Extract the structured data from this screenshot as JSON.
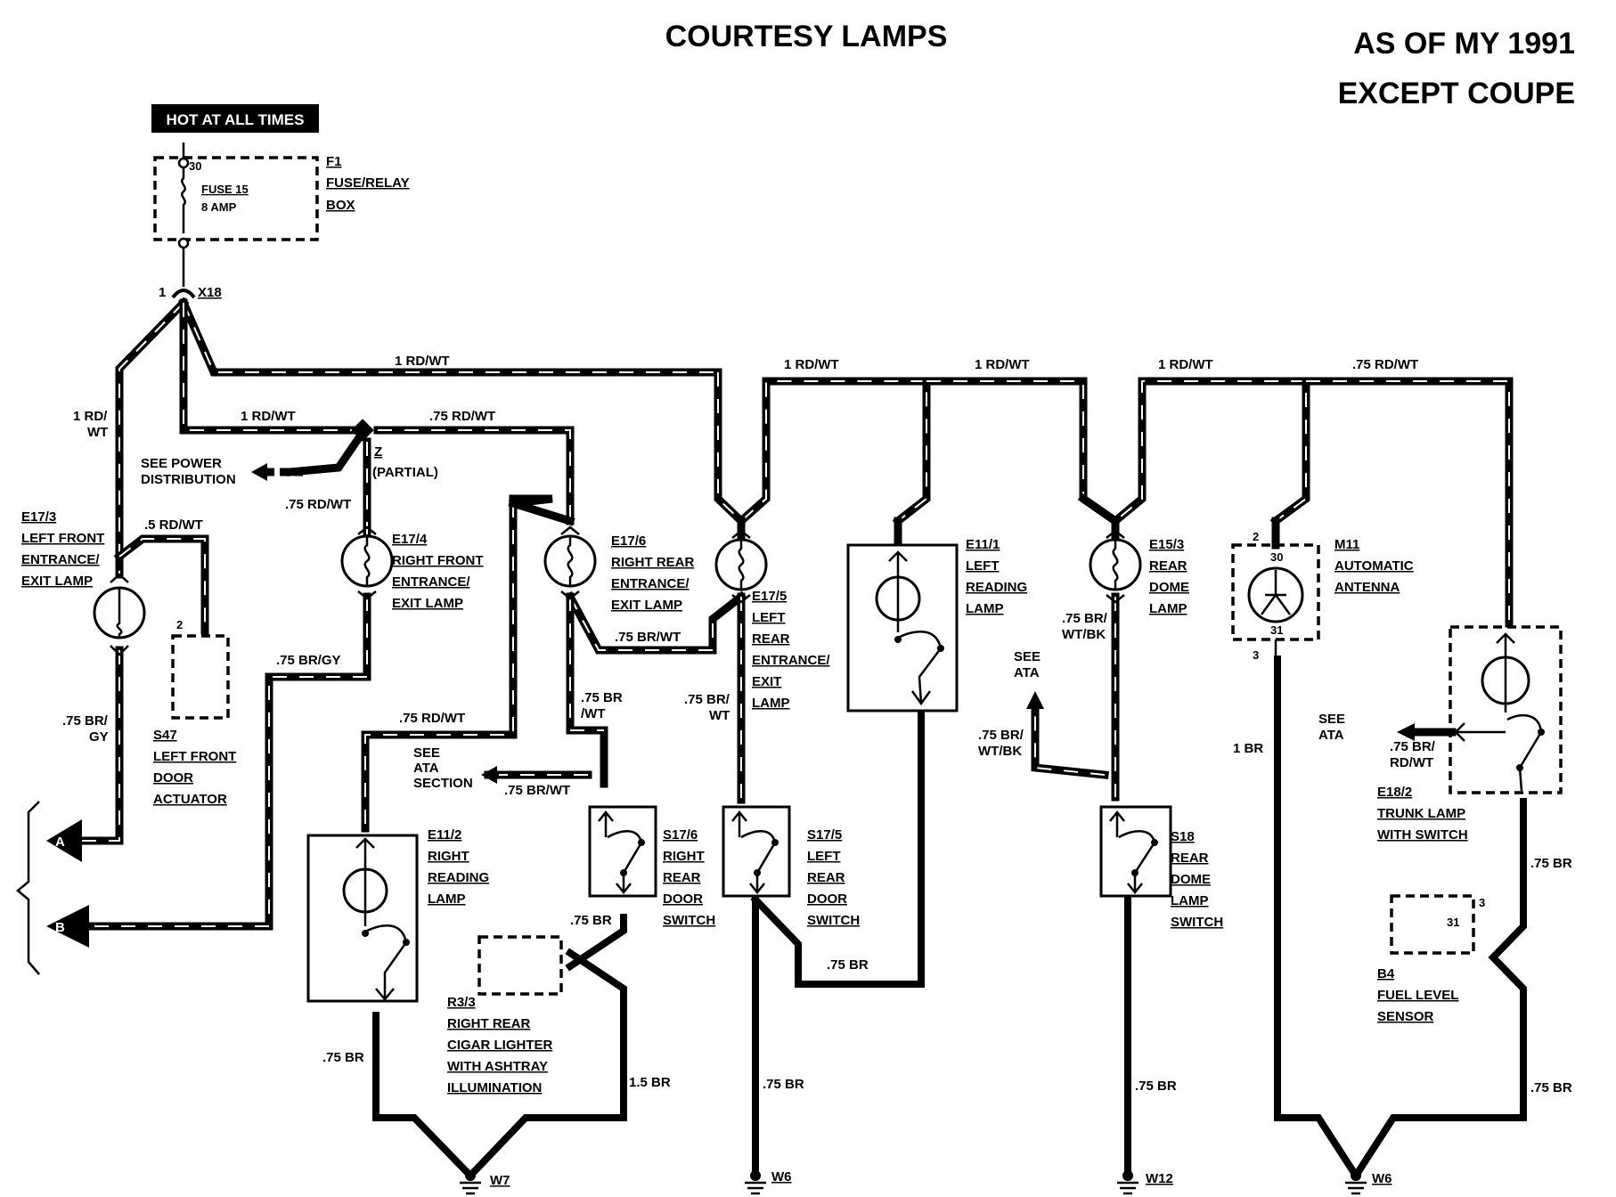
{
  "header": {
    "title": "COURTESY LAMPS",
    "line1": "AS OF MY 1991",
    "line2": "EXCEPT COUPE"
  },
  "hot_label": "HOT AT ALL TIMES",
  "fuse": {
    "id": "F1",
    "name_l1": "FUSE/RELAY",
    "name_l2": "BOX",
    "term_in": "30",
    "fuse_l1": "FUSE 15",
    "fuse_l2": "8 AMP"
  },
  "connector_x18": {
    "id": "X18",
    "pin": "1"
  },
  "splice_z": {
    "id": "Z",
    "note": "(PARTIAL)"
  },
  "see_power": {
    "l1": "SEE POWER",
    "l2": "DISTRIBUTION"
  },
  "wires": {
    "w_1rdwt_a": "1 RD/WT",
    "w_1rdwt_b": "1 RD/WT",
    "w_1rdwt_c": "1 RD/WT",
    "w_1rdwt_d": "1 RD/WT",
    "w_075rdwt_top": ".75 RD/WT",
    "w_1rdwt_splice": "1 RD/WT",
    "w_075rdwt_splice": ".75 RD/WT",
    "w_1rdwt_left_l1": "1 RD/",
    "w_1rdwt_left_l2": "WT",
    "w_05rdwt": ".5 RD/WT",
    "w_075rdwt_z": ".75 RD/WT",
    "w_075brgy": ".75 BR/GY",
    "w_075brgy_l1": ".75 BR/",
    "w_075brgy_l2": "GY",
    "w_075rdwt_mid": ".75 RD/WT",
    "w_075brwt_a": ".75 BR/WT",
    "w_075brwt_b": ".75 BR/WT",
    "w_075brwt_c_l1": ".75 BR",
    "w_075brwt_c_l2": "/WT",
    "w_075brwt_d_l1": ".75 BR/",
    "w_075brwt_d_l2": "WT",
    "w_075brwtbk_a_l1": ".75 BR/",
    "w_075brwtbk_a_l2": "WT/BK",
    "w_075brwtbk_b_l1": ".75 BR/",
    "w_075brwtbk_b_l2": "WT/BK",
    "w_075brrdwt_l1": ".75 BR/",
    "w_075brrdwt_l2": "RD/WT",
    "w_075br_1": ".75 BR",
    "w_075br_2": ".75 BR",
    "w_075br_3": ".75 BR",
    "w_075br_4": ".75 BR",
    "w_075br_5": ".75 BR",
    "w_075br_6": ".75 BR",
    "w_075br_7": ".75 BR",
    "w_15br": "1.5 BR",
    "w_1br": "1 BR"
  },
  "components": {
    "e17_3": {
      "id": "E17/3",
      "l1": "LEFT FRONT",
      "l2": "ENTRANCE/",
      "l3": "EXIT LAMP"
    },
    "e17_4": {
      "id": "E17/4",
      "l1": "RIGHT FRONT",
      "l2": "ENTRANCE/",
      "l3": "EXIT LAMP"
    },
    "e17_6": {
      "id": "E17/6",
      "l1": "RIGHT REAR",
      "l2": "ENTRANCE/",
      "l3": "EXIT LAMP"
    },
    "e17_5": {
      "id": "E17/5",
      "l1": "LEFT",
      "l2": "REAR",
      "l3": "ENTRANCE/",
      "l4": "EXIT",
      "l5": "LAMP"
    },
    "e11_1": {
      "id": "E11/1",
      "l1": "LEFT",
      "l2": "READING",
      "l3": "LAMP"
    },
    "e15_3": {
      "id": "E15/3",
      "l1": "REAR",
      "l2": "DOME",
      "l3": "LAMP"
    },
    "m11": {
      "id": "M11",
      "l1": "AUTOMATIC",
      "l2": "ANTENNA",
      "pin2": "2",
      "pin30": "30",
      "pin31": "31",
      "pin3": "3"
    },
    "s47": {
      "id": "S47",
      "l1": "LEFT FRONT",
      "l2": "DOOR",
      "l3": "ACTUATOR",
      "pin": "2"
    },
    "e11_2": {
      "id": "E11/2",
      "l1": "RIGHT",
      "l2": "READING",
      "l3": "LAMP"
    },
    "s17_6": {
      "id": "S17/6",
      "l1": "RIGHT",
      "l2": "REAR",
      "l3": "DOOR",
      "l4": "SWITCH"
    },
    "s17_5": {
      "id": "S17/5",
      "l1": "LEFT",
      "l2": "REAR",
      "l3": "DOOR",
      "l4": "SWITCH"
    },
    "s18": {
      "id": "S18",
      "l1": "REAR",
      "l2": "DOME",
      "l3": "LAMP",
      "l4": "SWITCH"
    },
    "r3_3": {
      "id": "R3/3",
      "l1": "RIGHT REAR",
      "l2": "CIGAR LIGHTER",
      "l3": "WITH ASHTRAY",
      "l4": "ILLUMINATION"
    },
    "e18_2": {
      "id": "E18/2",
      "l1": "TRUNK LAMP",
      "l2": "WITH SWITCH"
    },
    "b4": {
      "id": "B4",
      "l1": "FUEL LEVEL",
      "l2": "SENSOR",
      "pin3": "3",
      "pin31": "31"
    }
  },
  "see_ata": {
    "a_l1": "SEE",
    "a_l2": "ATA",
    "a_l3": "SECTION",
    "b_l1": "SEE",
    "b_l2": "ATA",
    "c_l1": "SEE",
    "c_l2": "ATA"
  },
  "connectors": {
    "a": "A",
    "b": "B"
  },
  "grounds": {
    "w7": "W7",
    "w6a": "W6",
    "w12": "W12",
    "w6b": "W6"
  }
}
